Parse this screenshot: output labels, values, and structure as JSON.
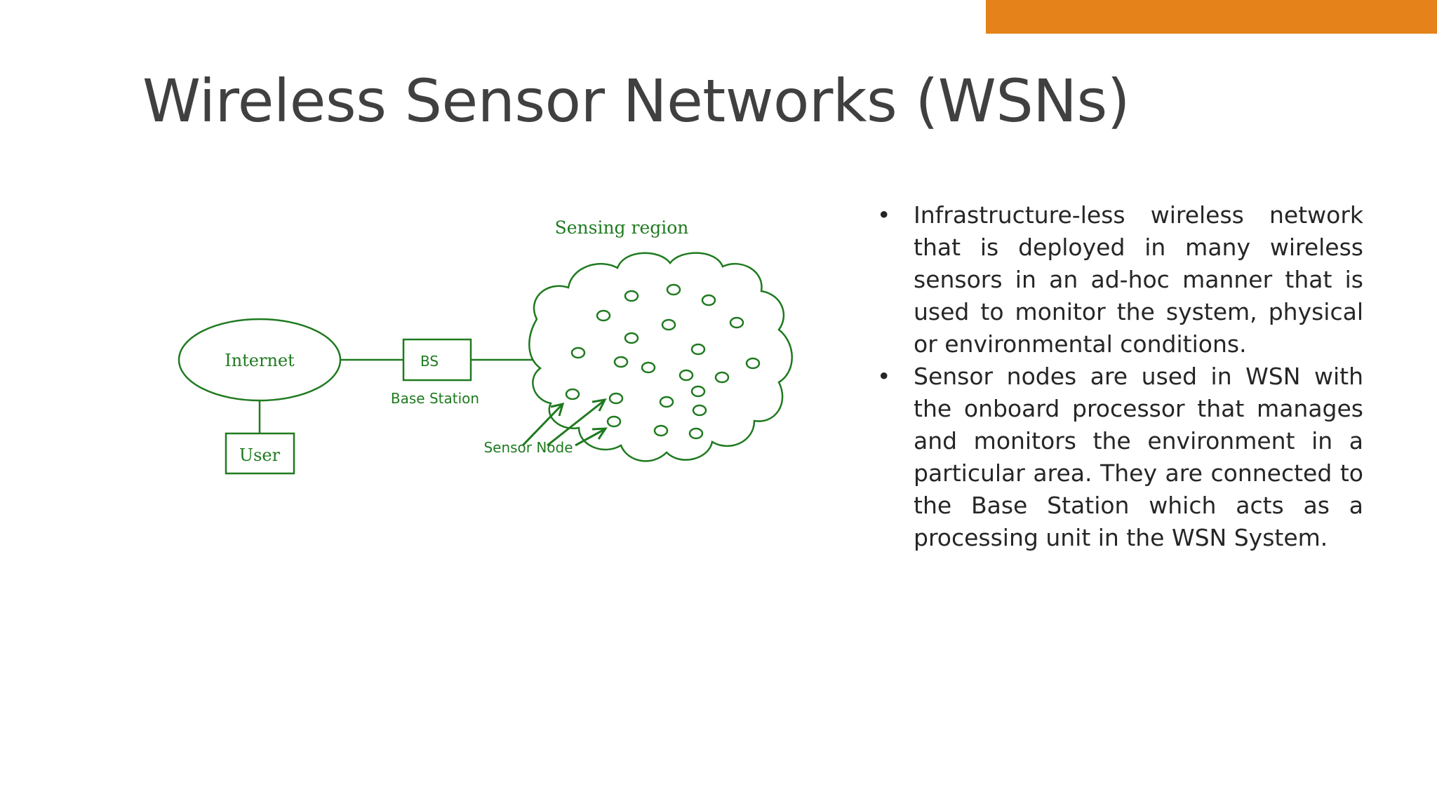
{
  "slide": {
    "title": "Wireless Sensor Networks (WSNs)",
    "accent_color": "#E5821A"
  },
  "diagram": {
    "stroke_color": "#1F7A1F",
    "labels": {
      "sensing_region": "Sensing region",
      "internet": "Internet",
      "bs": "BS",
      "base_station": "Base Station",
      "user": "User",
      "sensor_node": "Sensor Node"
    }
  },
  "bullets": [
    {
      "marker": "•",
      "text": "Infrastructure-less wireless network that is deployed in many wireless sensors in an ad-hoc manner that is used to monitor the system, physical or environmental conditions."
    },
    {
      "marker": "•",
      "text": "Sensor nodes are used in WSN with the onboard processor that manages and monitors the environment in a particular area. They are connected to the Base Station which acts as a processing unit in the WSN System."
    }
  ]
}
